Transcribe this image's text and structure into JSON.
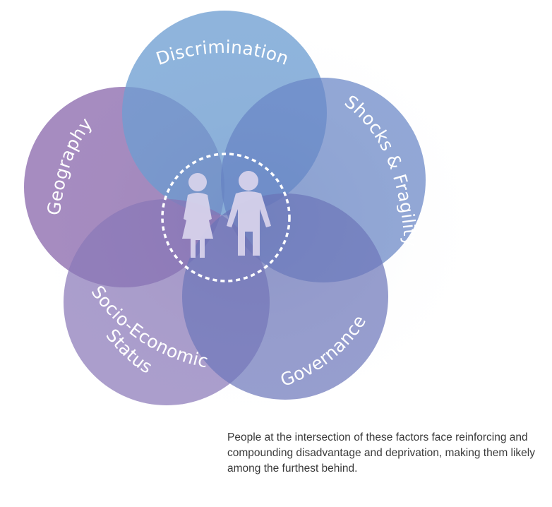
{
  "diagram": {
    "factors": [
      {
        "id": "discrimination",
        "label": "Discrimination",
        "color": "#6f9fd2"
      },
      {
        "id": "shocks",
        "label": "Shocks & Fragility",
        "color": "#6a86c6"
      },
      {
        "id": "governance",
        "label": "Governance",
        "color": "#6f78bb"
      },
      {
        "id": "socio",
        "label_line1": "Socio-Economic",
        "label_line2": "Status",
        "color": "#8a78b8"
      },
      {
        "id": "geography",
        "label": "Geography",
        "color": "#8d6cae"
      }
    ],
    "center_icon": "people-icon",
    "center_border": "dashed-white-circle"
  },
  "caption": "People at the intersection of  these factors face reinforcing and compounding disadvantage and deprivation, making them likely among the furthest behind."
}
